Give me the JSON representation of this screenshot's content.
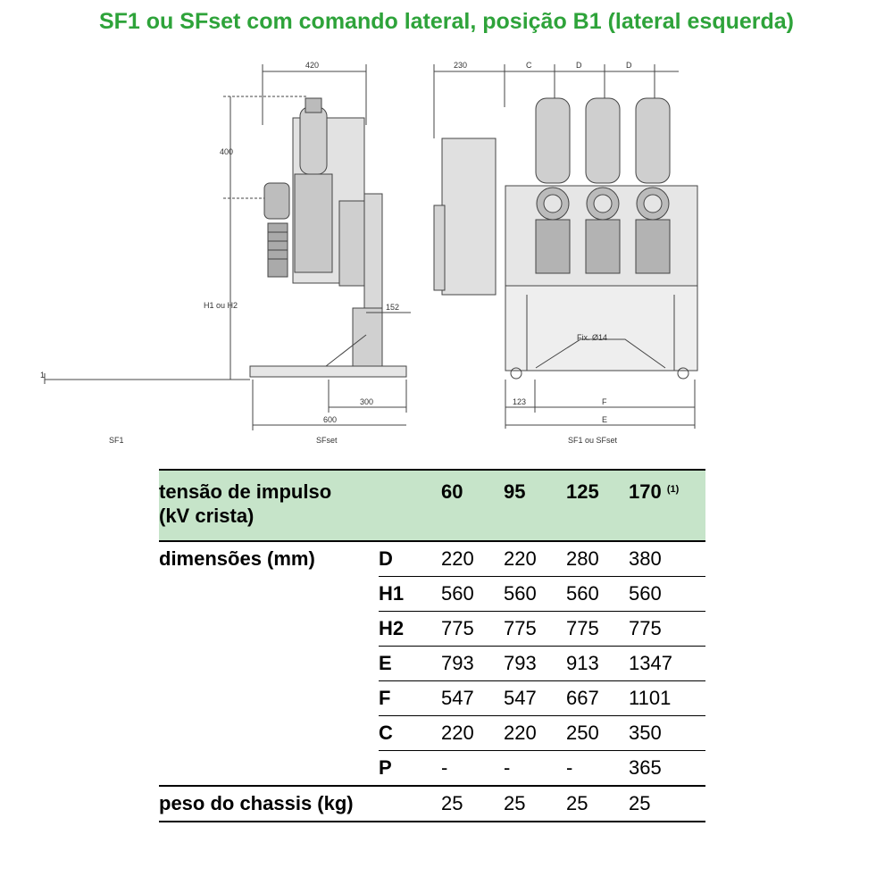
{
  "title": "SF1 ou SFset com comando lateral, posição B1 (lateral esquerda)",
  "drawing": {
    "dim_420": "420",
    "dim_400": "400",
    "dim_h1h2": "H1 ou H2",
    "dim_152": "152",
    "dim_300": "300",
    "dim_600": "600",
    "label_sf1": "SF1",
    "label_sfset": "SFset",
    "dim_230": "230",
    "dim_c": "C",
    "dim_d1": "D",
    "dim_d2": "D",
    "fix_label": "Fix. Ø14",
    "dim_123": "123",
    "dim_f": "F",
    "dim_e": "E",
    "label_sf1_sfset": "SF1 ou SFset",
    "mark_1": "1"
  },
  "table": {
    "header": {
      "line1": "tensão de impulso",
      "line2": "(kV crista)",
      "v1": "60",
      "v2": "95",
      "v3": "125",
      "v4": "170",
      "v4_note": "(1)"
    },
    "dims_label": "dimensões (mm)",
    "rows": [
      {
        "letter": "D",
        "values": [
          "220",
          "220",
          "280",
          "380"
        ]
      },
      {
        "letter": "H1",
        "values": [
          "560",
          "560",
          "560",
          "560"
        ]
      },
      {
        "letter": "H2",
        "values": [
          "775",
          "775",
          "775",
          "775"
        ]
      },
      {
        "letter": "E",
        "values": [
          "793",
          "793",
          "913",
          "1347"
        ]
      },
      {
        "letter": "F",
        "values": [
          "547",
          "547",
          "667",
          "1101"
        ]
      },
      {
        "letter": "C",
        "values": [
          "220",
          "220",
          "250",
          "350"
        ]
      },
      {
        "letter": "P",
        "values": [
          "-",
          "-",
          "-",
          "365"
        ]
      }
    ],
    "weight": {
      "label": "peso do chassis (kg)",
      "values": [
        "25",
        "25",
        "25",
        "25"
      ]
    }
  }
}
